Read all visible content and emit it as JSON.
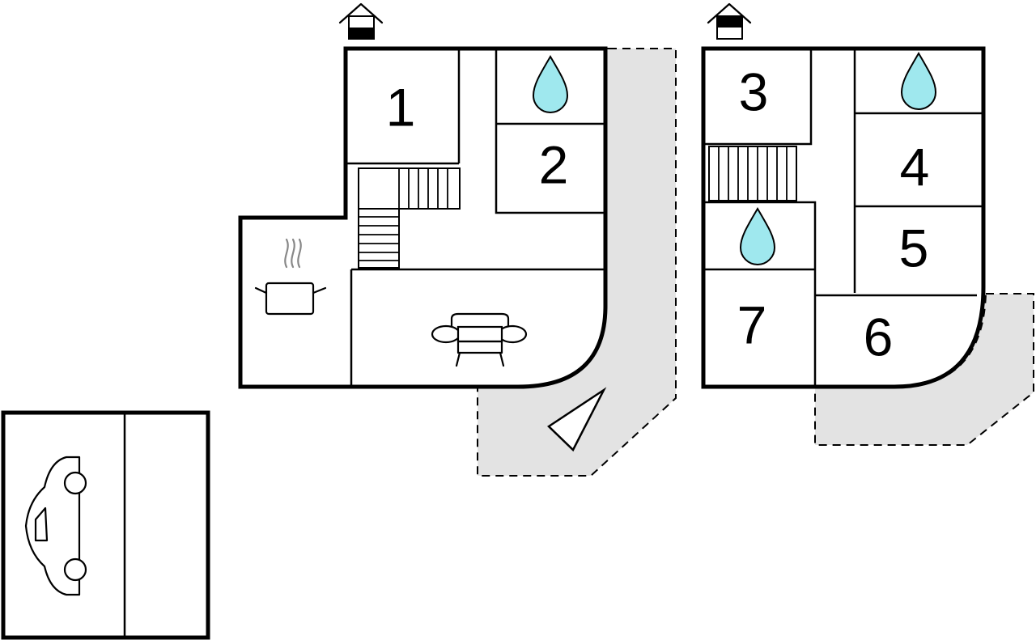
{
  "floors": [
    {
      "id": "ground-floor",
      "rooms": [
        {
          "number": "1",
          "label": "1"
        },
        {
          "number": "2",
          "label": "2"
        }
      ],
      "icons": [
        "entrance-icon",
        "bathroom-drop-icon",
        "stairs-icon",
        "kitchen-pot-icon",
        "living-sofa-icon",
        "terrace",
        "compass-north-arrow-icon"
      ]
    },
    {
      "id": "upper-floor",
      "rooms": [
        {
          "number": "3",
          "label": "3"
        },
        {
          "number": "4",
          "label": "4"
        },
        {
          "number": "5",
          "label": "5"
        },
        {
          "number": "6",
          "label": "6"
        },
        {
          "number": "7",
          "label": "7"
        }
      ],
      "icons": [
        "entrance-icon",
        "bathroom-drop-icon",
        "bathroom-drop-icon",
        "stairs-icon",
        "terrace"
      ]
    }
  ],
  "garage": {
    "icons": [
      "car-icon"
    ]
  },
  "colors": {
    "water": "#9fe8ee",
    "terrace": "#e3e3e3",
    "wall": "#000000"
  }
}
